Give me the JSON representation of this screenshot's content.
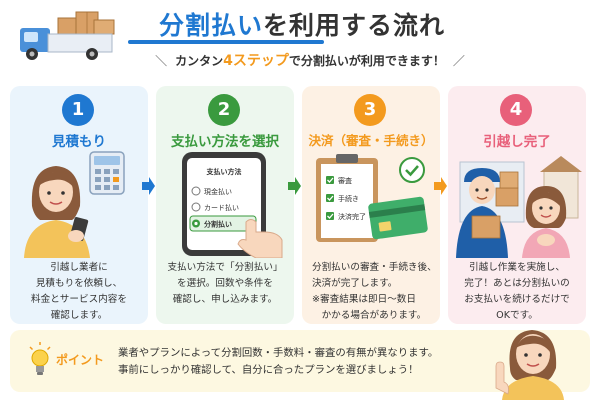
{
  "header": {
    "title_highlight": "分割払い",
    "title_rest": "を利用する流れ",
    "subtitle_left_slash": "＼",
    "subtitle_pre": "カンタン",
    "subtitle_highlight": "4ステップ",
    "subtitle_post": "で分割払いが利用できます！",
    "subtitle_right_slash": "／"
  },
  "steps": [
    {
      "number": "1",
      "title": "見積もり",
      "desc": [
        "引越し業者に",
        "見積もりを依頼し、",
        "料金とサービス内容を",
        "確認します。"
      ]
    },
    {
      "number": "2",
      "title": "支払い方法を選択",
      "phone": {
        "heading": "支払い方法",
        "options": [
          "現金払い",
          "カード払い",
          "分割払い"
        ]
      },
      "desc": [
        "支払い方法で「分割払い」",
        "を選択。回数や条件を",
        "確認し、申し込みます。"
      ]
    },
    {
      "number": "3",
      "title": "決済（審査・手続き）",
      "clipboard": {
        "items": [
          "審査",
          "手続き",
          "決済完了"
        ]
      },
      "desc": [
        "分割払いの審査・手続き後、",
        "決済が完了します。",
        "※審査結果は即日～数日",
        "　かかる場合があります。"
      ]
    },
    {
      "number": "4",
      "title": "引越し完了",
      "desc": [
        "引越し作業を実施し、",
        "完了！あとは分割払いの",
        "お支払いを続けるだけで",
        "OKです。"
      ]
    }
  ],
  "tip": {
    "label": "ポイント",
    "lines": [
      "業者やプランによって分割回数・手数料・審査の有無が異なります。",
      "事前にしっかり確認して、自分に合ったプランを選びましょう！"
    ]
  },
  "colors": {
    "blue": "#1f78d1",
    "green": "#3a9a3e",
    "orange": "#f39a1e",
    "pink": "#e8607a"
  },
  "icons": [
    "truck-icon",
    "calculator-icon",
    "smartphone-icon",
    "clipboard-icon",
    "credit-card-icon",
    "check-icon",
    "boxes-icon",
    "lightbulb-icon",
    "arrow-right-icon"
  ]
}
